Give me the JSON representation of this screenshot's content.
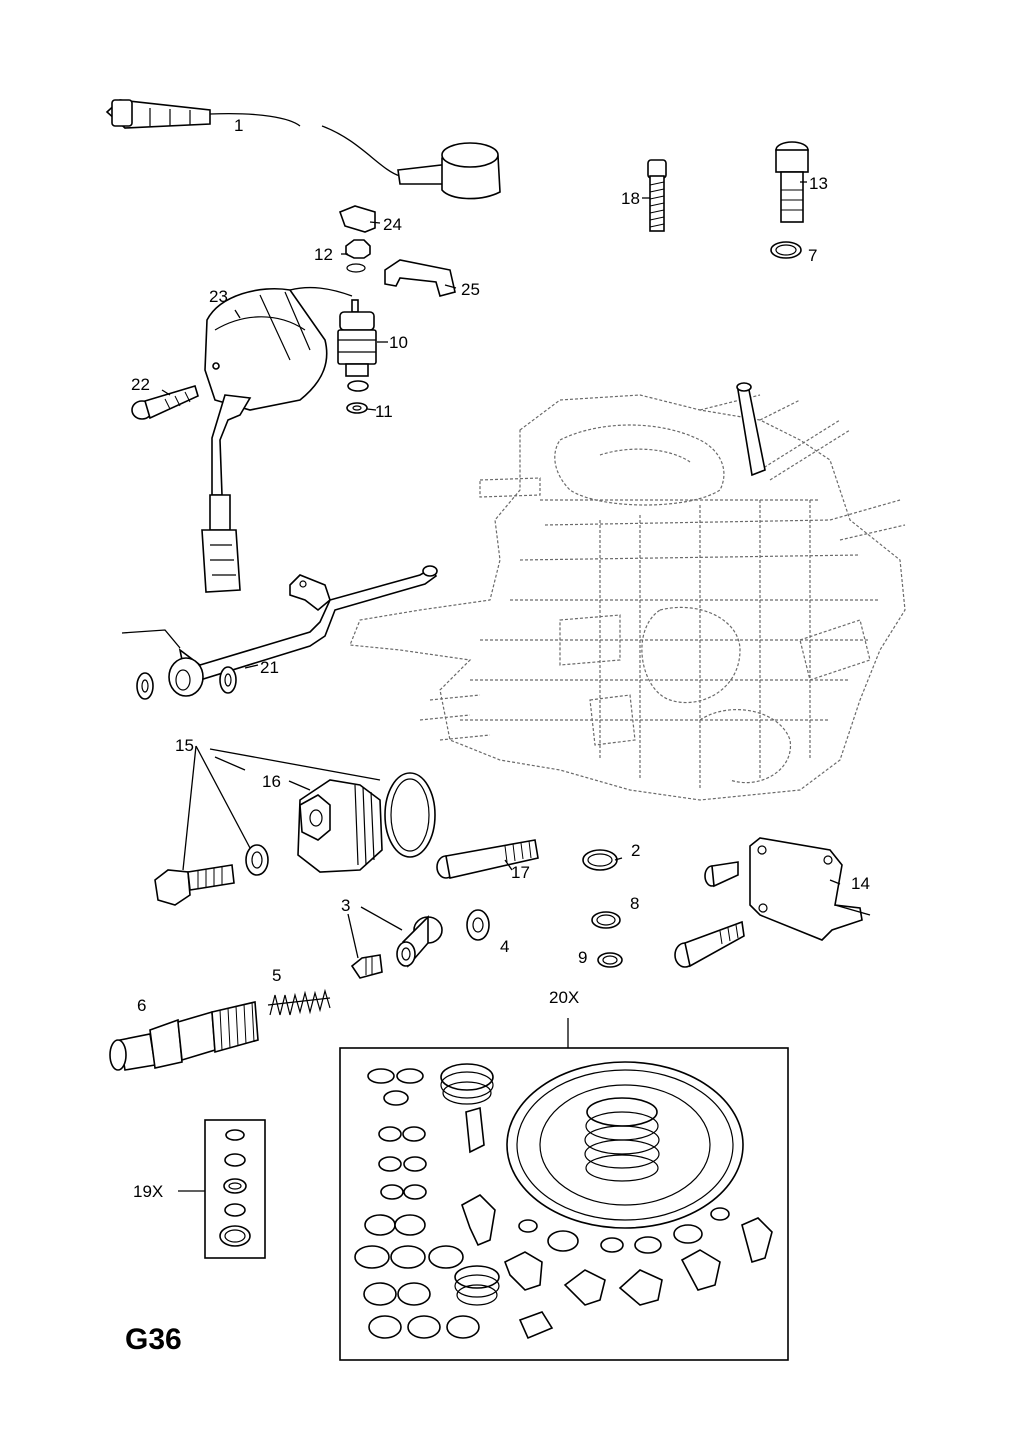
{
  "diagram": {
    "page_code": "G36",
    "part_labels": {
      "p1": "1",
      "p2": "2",
      "p3": "3",
      "p4": "4",
      "p5": "5",
      "p6": "6",
      "p7": "7",
      "p8": "8",
      "p9": "9",
      "p10": "10",
      "p11": "11",
      "p12": "12",
      "p13": "13",
      "p14": "14",
      "p15": "15",
      "p16": "16",
      "p17": "17",
      "p18": "18",
      "p19x": "19X",
      "p20x": "20X",
      "p21": "21",
      "p22": "22",
      "p23": "23",
      "p24": "24",
      "p25": "25"
    }
  }
}
